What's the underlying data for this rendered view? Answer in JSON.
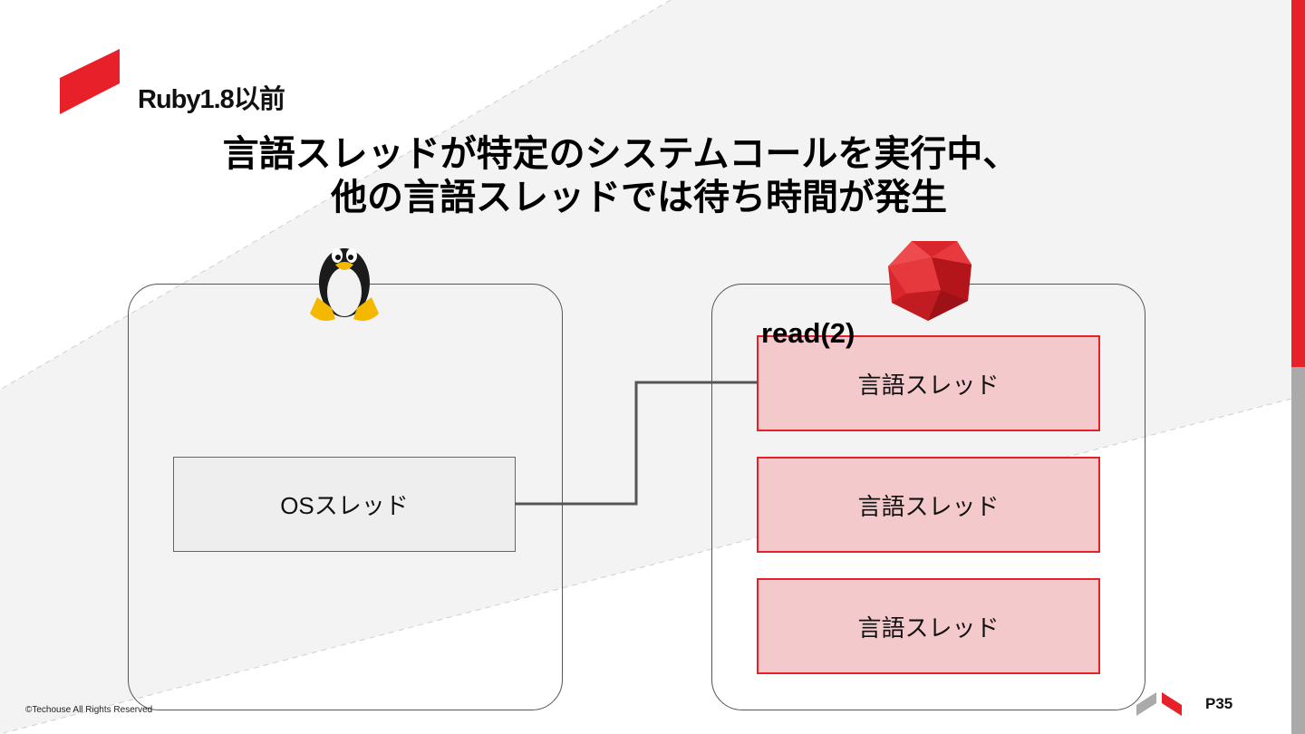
{
  "slide": {
    "section_title": "Ruby1.8以前",
    "headline_line1": "言語スレッドが特定のシステムコールを実行中、",
    "headline_line2": "他の言語スレッドでは待ち時間が発生",
    "copyright": "©Techouse All Rights Reserved",
    "page_number": "P35"
  },
  "diagram": {
    "os_panel": {
      "icon": "linux-tux-icon",
      "thread_label": "OSスレッド"
    },
    "ruby_panel": {
      "icon": "ruby-gem-icon",
      "syscall_label": "read(2)",
      "threads": [
        "言語スレッド",
        "言語スレッド",
        "言語スレッド"
      ]
    },
    "connector": "OSスレッド → 言語スレッド (1番目)"
  },
  "colors": {
    "brand_red": "#e8202a",
    "thread_fill": "#f4c9cb",
    "background_gray": "#f3f3f3",
    "os_box_fill": "#eeeeee"
  }
}
